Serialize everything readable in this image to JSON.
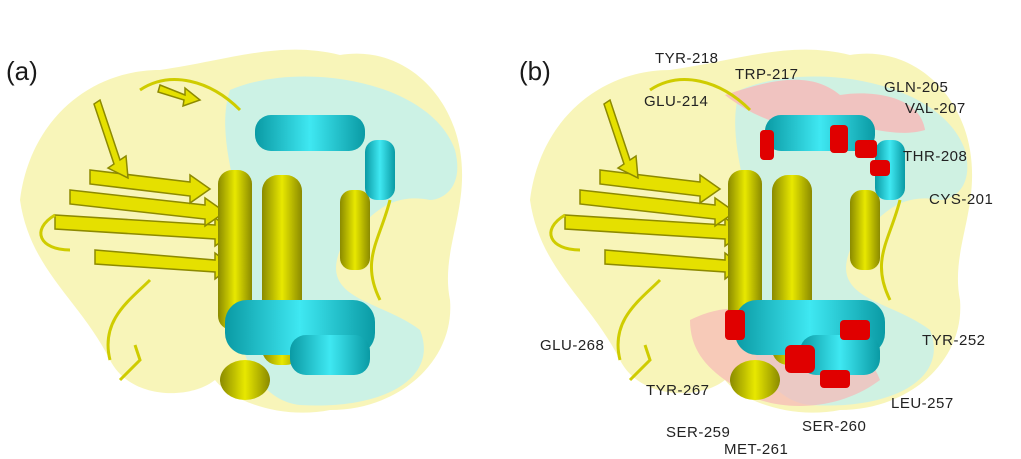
{
  "panels": {
    "a": {
      "label": "(a)"
    },
    "b": {
      "label": "(b)"
    }
  },
  "residues": [
    "TYR-218",
    "TRP-217",
    "GLN-205",
    "GLU-214",
    "VAL-207",
    "THR-208",
    "CYS-201",
    "GLU-268",
    "TYR-252",
    "TYR-267",
    "LEU-257",
    "SER-260",
    "SER-259",
    "MET-261"
  ],
  "colors": {
    "surface_yellow": "#f3f0a0",
    "surface_cyan": "#b8eef2",
    "surface_red": "#f5b5b5",
    "helix_yellow": "#d8d800",
    "helix_cyan": "#14d3df",
    "highlight_red": "#e00000"
  }
}
